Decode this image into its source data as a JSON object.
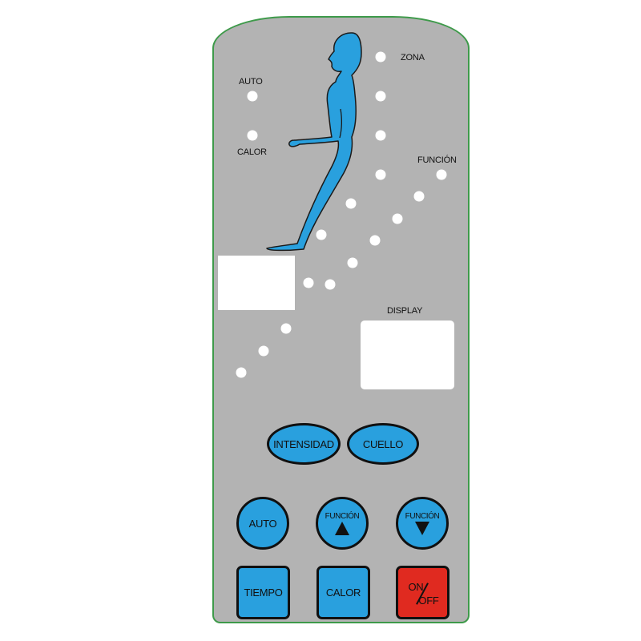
{
  "labels": {
    "zona": "ZONA",
    "auto": "AUTO",
    "calor": "CALOR",
    "funcion": "FUNCIÓN",
    "display": "DISPLAY"
  },
  "buttons": {
    "intensidad": "INTENSIDAD",
    "cuello": "CUELLO",
    "auto": "AUTO",
    "funcion_up": "FUNCIÓN",
    "funcion_down": "FUNCIÓN",
    "tiempo": "TIEMPO",
    "calor": "CALOR",
    "on": "ON",
    "off": "OFF"
  },
  "colors": {
    "panel": "#b3b3b3",
    "border": "#3e9a4a",
    "button_blue": "#29a0de",
    "button_red": "#e02a20",
    "indicator": "#ffffff"
  },
  "icons": {
    "figure": "seated-person-icon",
    "up": "triangle-up-icon",
    "down": "triangle-down-icon"
  }
}
